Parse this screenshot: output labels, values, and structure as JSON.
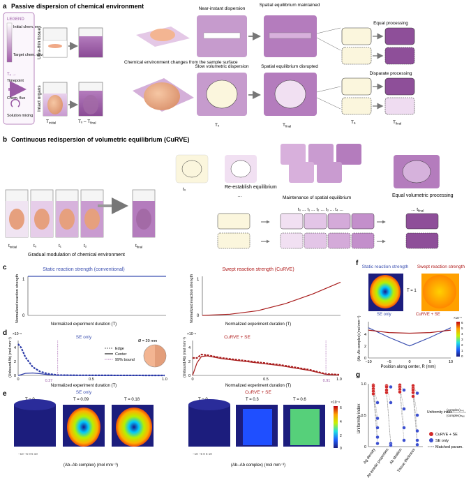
{
  "panel_a": {
    "letter": "a",
    "title": "Passive dispersion of chemical environment",
    "legend": {
      "header": "LEGEND",
      "initial": "Initial chem. env.",
      "target": "Target chem. env.",
      "timepoint_symbol": "Tₓ →",
      "timepoint": "Timepoint",
      "flux": "Chem. flux",
      "mixing": "Solution mixing"
    },
    "row_top_label": "Ultra-thin tissue",
    "row_bottom_label": "Intact organs",
    "center_caption": "Chemical environment changes from the sample surface",
    "near_instant": "Near-instant dispersion",
    "slow": "Slow volumetric dispersion",
    "eq_maintained": "Spatial equilibrium maintained",
    "eq_disrupted": "Spatial equilibrium disrupted",
    "equal_processing": "Equal processing",
    "disparate_processing": "Disparate processing",
    "t_initial": "T",
    "t_initial_sub": "initial",
    "t_range": "Tₓ – T",
    "t_range_sub": "final",
    "t_star": "Tₓ",
    "t_final": "T",
    "t_final_sub": "final",
    "t_a": "Tₐ",
    "t_final2": "T",
    "t_final2_sub": "final"
  },
  "panel_b": {
    "letter": "b",
    "title": "Continuous redispersion of volumetric equilibrium (CuRVE)",
    "reestablish": "Re-establish equilibrium",
    "ellipsis": "…",
    "maintenance": "Maintenance of spatial equilibrium",
    "equal_volumetric": "Equal volumetric processing",
    "gradual": "Gradual modulation of chemical environment",
    "beaker_labels": [
      "t",
      "t₀",
      "t₁",
      "t₂",
      "t"
    ],
    "beaker_subs": [
      "initial",
      "",
      "",
      "",
      "final"
    ],
    "t0": "t₀",
    "seq": "t₀ … t₁ … t₂ … t₃ … t₄ …",
    "tfinal": "… t",
    "tfinal_sub": "final"
  },
  "panel_c": {
    "letter": "c",
    "left_title": "Static reaction strength (conventional)",
    "right_title": "Swept reaction strength (CuRVE)",
    "ylabel": "Normalized reaction strength",
    "xlabel": "Normalized experiment duration (T)",
    "tick_0": "0",
    "tick_1": "1"
  },
  "panel_d": {
    "letter": "d",
    "exp_left": "×10⁻⁶",
    "exp_right": "×10⁻⁶",
    "ylabel": "(Unbound Ab) (mol mm⁻³)",
    "xlabel": "Normalized experiment duration (T)",
    "left_tag": "SE only",
    "right_tag": "CuRVE + SE",
    "legend_edge": "Edge",
    "legend_center": "Center",
    "legend_bound": "99% bound",
    "diameter": "Ø = 20 mm",
    "marker_left": "0.27",
    "marker_right": "0.91",
    "yt": [
      "0",
      "2",
      "4"
    ],
    "xt": [
      "0",
      "0.5",
      "1.0"
    ]
  },
  "panel_e": {
    "letter": "e",
    "left_tag": "SE only",
    "right_tag": "CuRVE + SE",
    "left_times": [
      "T = 0",
      "T = 0.09",
      "T = 0.18"
    ],
    "right_times": [
      "T = 0",
      "T = 0.3",
      "T = 0.6"
    ],
    "colorbar_label": "(Ab–Ab complex) (mol mm⁻³)",
    "cb_exp": "×10⁻⁶",
    "cb_ticks": [
      "6",
      "4",
      "2",
      "0"
    ],
    "axis_ticks": "−10  −5  0  5  10"
  },
  "panel_f": {
    "letter": "f",
    "static": "Static reaction strength",
    "swept": "Swept reaction strength",
    "tlabel": "T = 1",
    "se_only": "SE only",
    "curve_se": "CuRVE + SE",
    "ylabel": "(Ab–Ab complex) (mol mm⁻³)",
    "xlabel": "Position along center, R (mm)",
    "cb_exp": "×10⁻⁶",
    "cb_ticks": [
      "6",
      "5",
      "4",
      "3",
      "2",
      "1",
      "0"
    ],
    "yt": [
      "0",
      "2",
      "4"
    ],
    "xt": [
      "−10",
      "−5",
      "0",
      "5",
      "10"
    ]
  },
  "panel_g": {
    "letter": "g",
    "ylabel": "Uniformity index",
    "yt": [
      "0",
      "0.5",
      "1.0"
    ],
    "categories": [
      "Ag density",
      "Ab kinetic properties",
      "Ab titration",
      "Tissue thickness"
    ],
    "formula_lhs": "Uniformity index",
    "formula_num": "(complex)ᵣ₌₀",
    "formula_den": "(complex)ₘₐₓ",
    "legend_curve": "CuRVE + SE",
    "legend_se": "SE only",
    "legend_matched": "Matched param."
  },
  "chart_data": [
    {
      "type": "line",
      "id": "c-left",
      "title": "Static reaction strength (conventional)",
      "xlabel": "Normalized experiment duration (T)",
      "ylabel": "Normalized reaction strength",
      "x": [
        0,
        1
      ],
      "series": [
        {
          "values": [
            1,
            1
          ]
        }
      ],
      "ylim": [
        0,
        1
      ],
      "xlim": [
        0,
        1
      ]
    },
    {
      "type": "line",
      "id": "c-right",
      "title": "Swept reaction strength (CuRVE)",
      "xlabel": "Normalized experiment duration (T)",
      "ylabel": "Normalized reaction strength",
      "x": [
        0,
        0.2,
        0.4,
        0.6,
        0.8,
        1.0
      ],
      "series": [
        {
          "values": [
            0.0,
            0.03,
            0.12,
            0.3,
            0.55,
            0.85
          ]
        }
      ],
      "ylim": [
        0,
        1
      ],
      "xlim": [
        0,
        1
      ]
    },
    {
      "type": "line",
      "id": "d-left",
      "xlabel": "Normalized experiment duration (T)",
      "ylabel": "(Unbound Ab) (mol mm⁻³)",
      "x": [
        0,
        0.02,
        0.05,
        0.1,
        0.15,
        0.2,
        0.27,
        0.4,
        0.6,
        1.0
      ],
      "series": [
        {
          "name": "Edge",
          "values": [
            4.5,
            4.0,
            2.6,
            1.2,
            0.55,
            0.25,
            0.05,
            0.02,
            0.01,
            0.0
          ]
        },
        {
          "name": "Center",
          "values": [
            0.0,
            0.1,
            0.3,
            0.35,
            0.25,
            0.12,
            0.03,
            0.01,
            0.0,
            0.0
          ]
        }
      ],
      "markers": [
        0.27
      ],
      "ylim": [
        0,
        5
      ],
      "xlim": [
        0,
        1
      ]
    },
    {
      "type": "line",
      "id": "d-right",
      "xlabel": "Normalized experiment duration (T)",
      "ylabel": "(Unbound Ab) (mol mm⁻³)",
      "x": [
        0,
        0.03,
        0.06,
        0.1,
        0.2,
        0.4,
        0.6,
        0.8,
        0.91,
        1.0
      ],
      "series": [
        {
          "name": "Edge",
          "values": [
            2.5,
            2.5,
            3.0,
            2.9,
            2.5,
            2.0,
            1.5,
            0.8,
            0.2,
            0.1
          ]
        },
        {
          "name": "Center",
          "values": [
            0.0,
            1.8,
            2.7,
            2.8,
            2.4,
            1.9,
            1.4,
            0.7,
            0.15,
            0.05
          ]
        }
      ],
      "markers": [
        0.91
      ],
      "ylim": [
        0,
        5
      ],
      "xlim": [
        0,
        1
      ]
    },
    {
      "type": "line",
      "id": "f",
      "xlabel": "Position along center, R (mm)",
      "ylabel": "(Ab–Ab complex) (mol mm⁻³)",
      "x": [
        -10,
        -5,
        0,
        5,
        10
      ],
      "series": [
        {
          "name": "SE only",
          "values": [
            5.0,
            3.4,
            2.0,
            3.4,
            5.0
          ]
        },
        {
          "name": "CuRVE + SE",
          "values": [
            4.6,
            4.2,
            4.1,
            4.2,
            4.6
          ]
        }
      ],
      "ylim": [
        0,
        6
      ],
      "xlim": [
        -10,
        10
      ]
    },
    {
      "type": "scatter",
      "id": "g",
      "ylabel": "Uniformity index",
      "categories": [
        "Ag density",
        "Ab kinetic properties",
        "Ab titration",
        "Tissue thickness"
      ],
      "series": [
        {
          "name": "CuRVE + SE",
          "values": [
            [
              0.98,
              0.96,
              0.92,
              0.88,
              0.84
            ],
            [
              0.97,
              0.95,
              0.9,
              0.86
            ],
            [
              0.98,
              0.95,
              0.91,
              0.87
            ],
            [
              0.97,
              0.93,
              0.9,
              0.86,
              0.8
            ]
          ]
        },
        {
          "name": "SE only",
          "values": [
            [
              0.7,
              0.45,
              0.3,
              0.15,
              0.05
            ],
            [
              0.95,
              0.7,
              0.05,
              0.02
            ],
            [
              0.9,
              0.6,
              0.3,
              0.1
            ],
            [
              0.85,
              0.5,
              0.25,
              0.1,
              0.03
            ]
          ]
        }
      ],
      "ylim": [
        0,
        1
      ]
    }
  ]
}
